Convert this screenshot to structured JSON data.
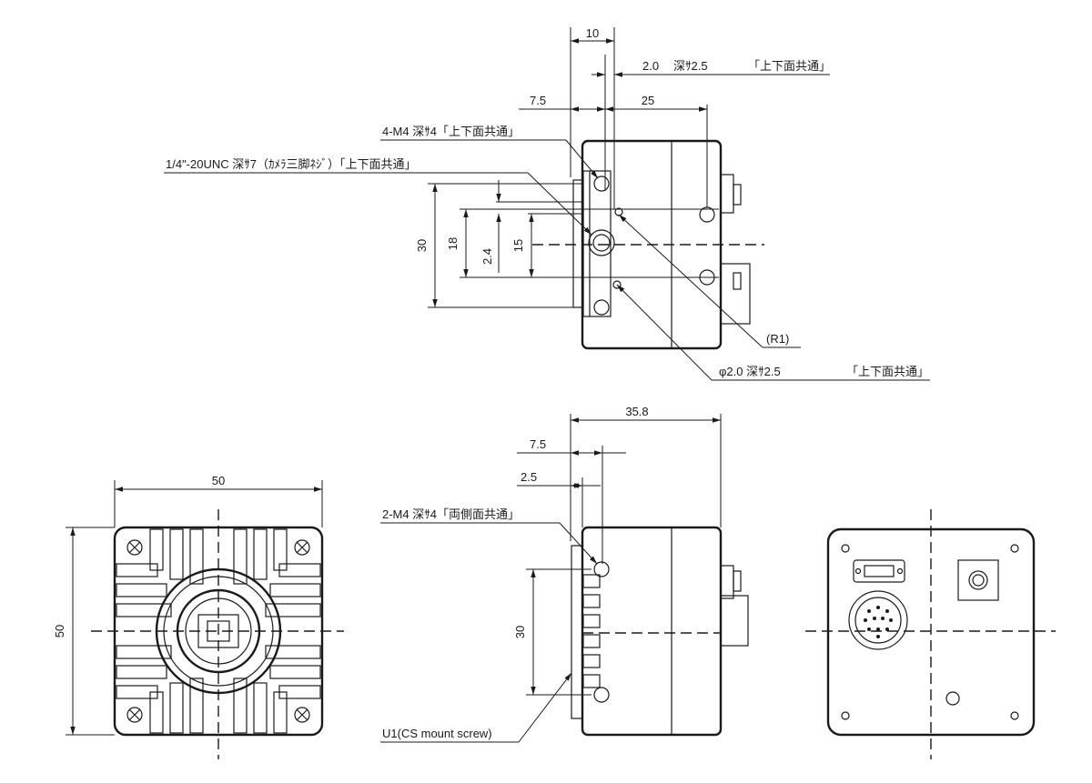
{
  "top_view": {
    "dim_10": "10",
    "dim_2_0": "2.0",
    "note_depth_2_5": "深ｻ2.5",
    "note_both_faces_top": "「上下面共通」",
    "dim_7_5": "7.5",
    "dim_25": "25",
    "note_4m4": "4-M4  深ｻ4「上下面共通」",
    "note_tripod": "1/4\"-20UNC  深ｻ7（ｶﾒﾗ三脚ﾈｼﾞ）「上下面共通」",
    "dim_30": "30",
    "dim_18": "18",
    "dim_2_4": "2.4",
    "dim_15": "15",
    "note_r1": "(R1)",
    "note_phi": "φ2.0  深ｻ2.5",
    "note_both_faces_bottom": "「上下面共通」"
  },
  "front_view": {
    "dim_50_width": "50",
    "dim_50_height": "50"
  },
  "side_view": {
    "dim_35_8": "35.8",
    "dim_7_5": "7.5",
    "dim_2_5": "2.5",
    "note_2m4": "2-M4  深ｻ4「両側面共通」",
    "dim_30": "30",
    "note_u1": "U1(CS mount screw)"
  }
}
